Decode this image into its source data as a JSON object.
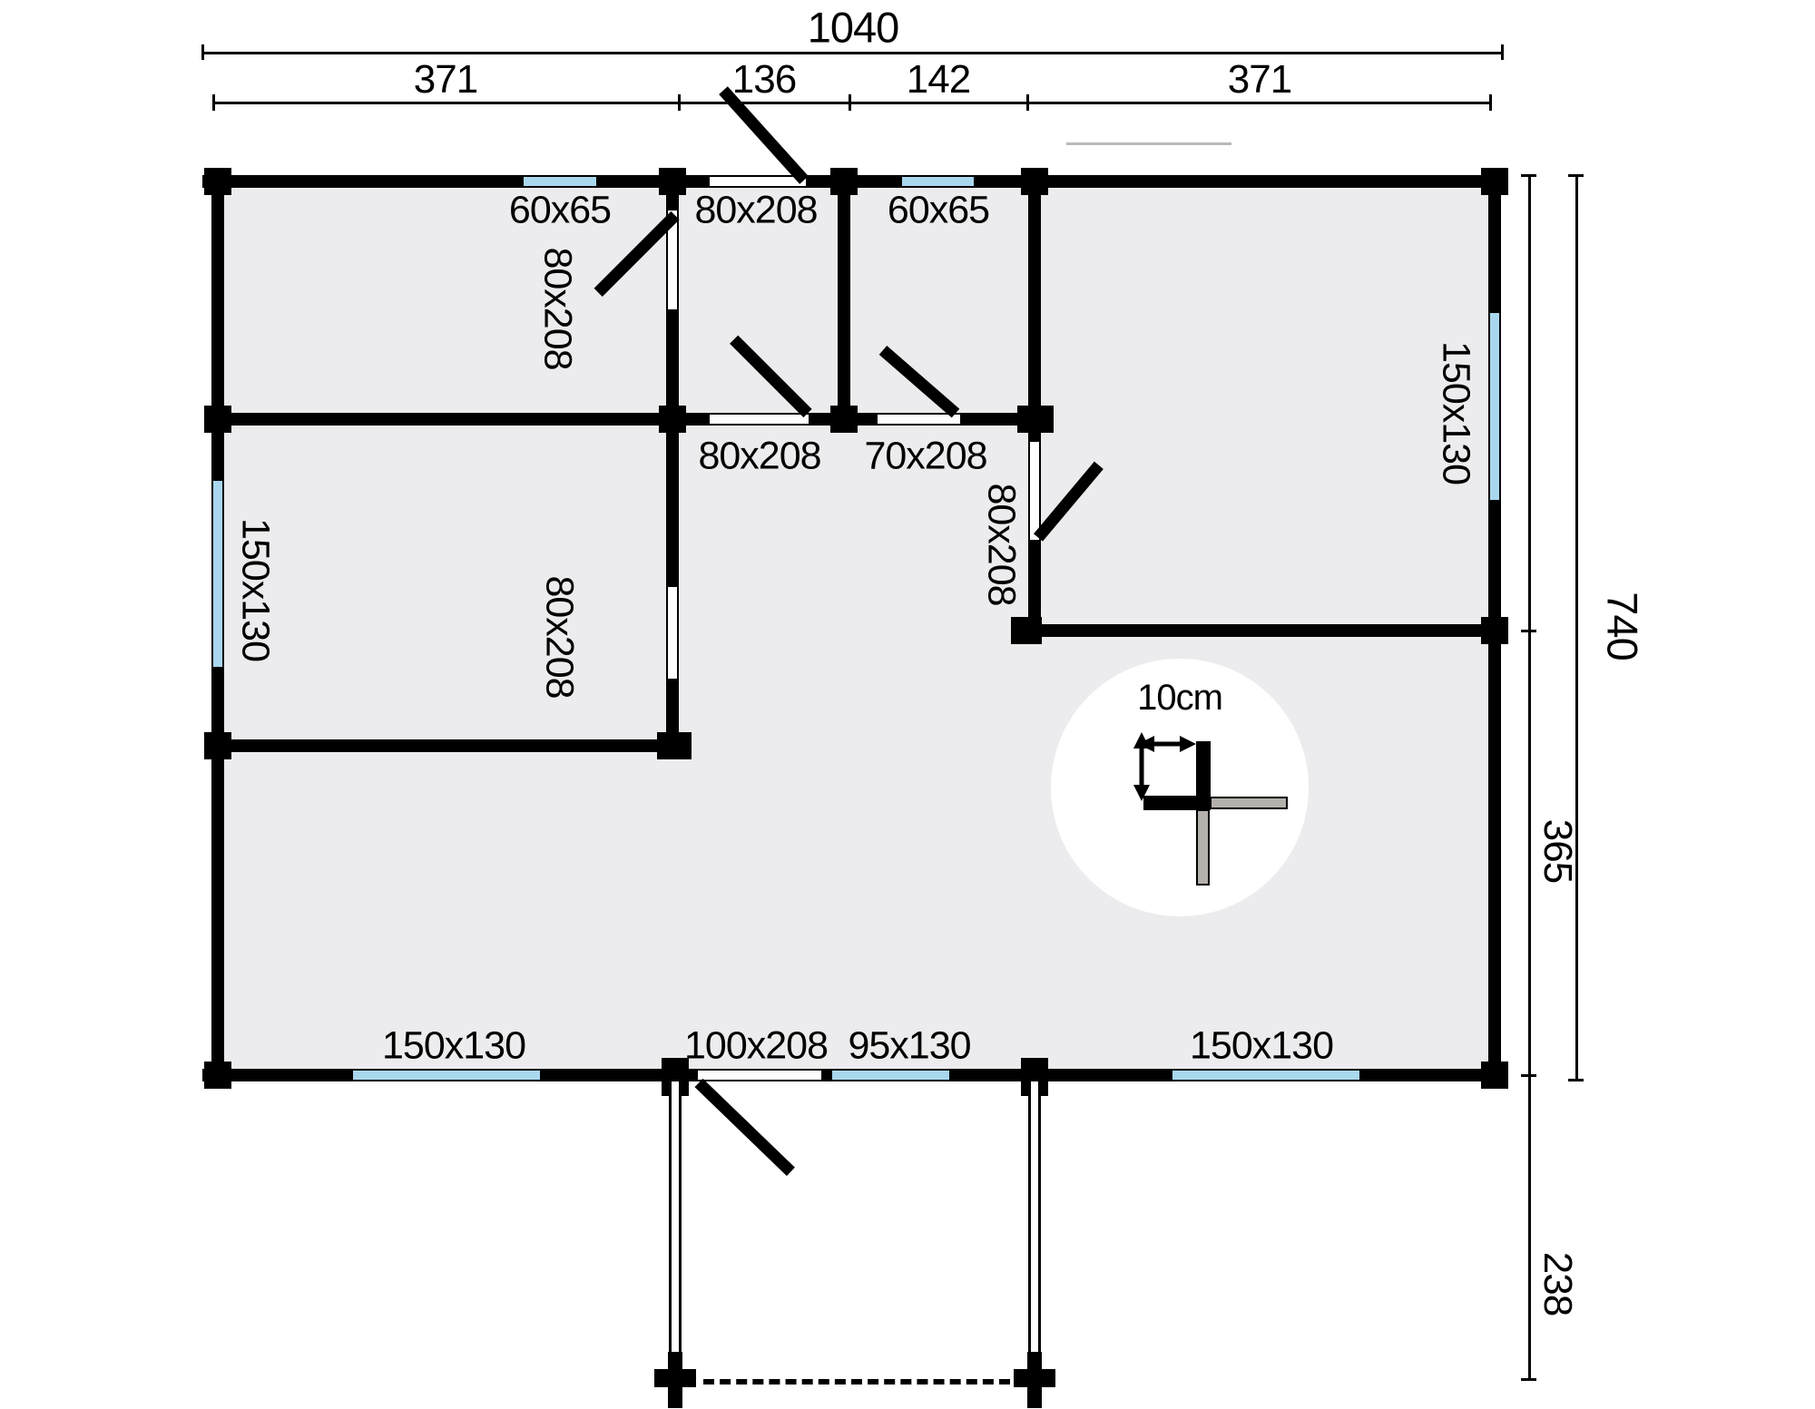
{
  "drawing": {
    "type": "floor-plan",
    "scale_note": "10cm",
    "colors": {
      "wall": "#000000",
      "floor_fill": "#ececee",
      "window_glass": "#a9d7ee",
      "door_opening": "#ffffff",
      "secondary_wall": "#b4b1ac"
    },
    "dimensions": {
      "total_width": "1040",
      "width_segments": [
        "371",
        "136",
        "142",
        "371"
      ],
      "total_height": "740",
      "height_lower_section": "365",
      "porch_depth": "238"
    },
    "openings": {
      "win_top_left": "60x65",
      "door_top": "80x208",
      "win_top_right": "60x65",
      "door_room1": "80x208",
      "door_room2": "80x208",
      "door_mid_bottom": "80x208",
      "door_hall": "70x208",
      "door_bedroom": "80x208",
      "win_left": "150x130",
      "win_right": "150x130",
      "win_bottom_left": "150x130",
      "door_main": "100x208",
      "win_bottom_mid": "95x130",
      "win_bottom_right": "150x130"
    }
  }
}
